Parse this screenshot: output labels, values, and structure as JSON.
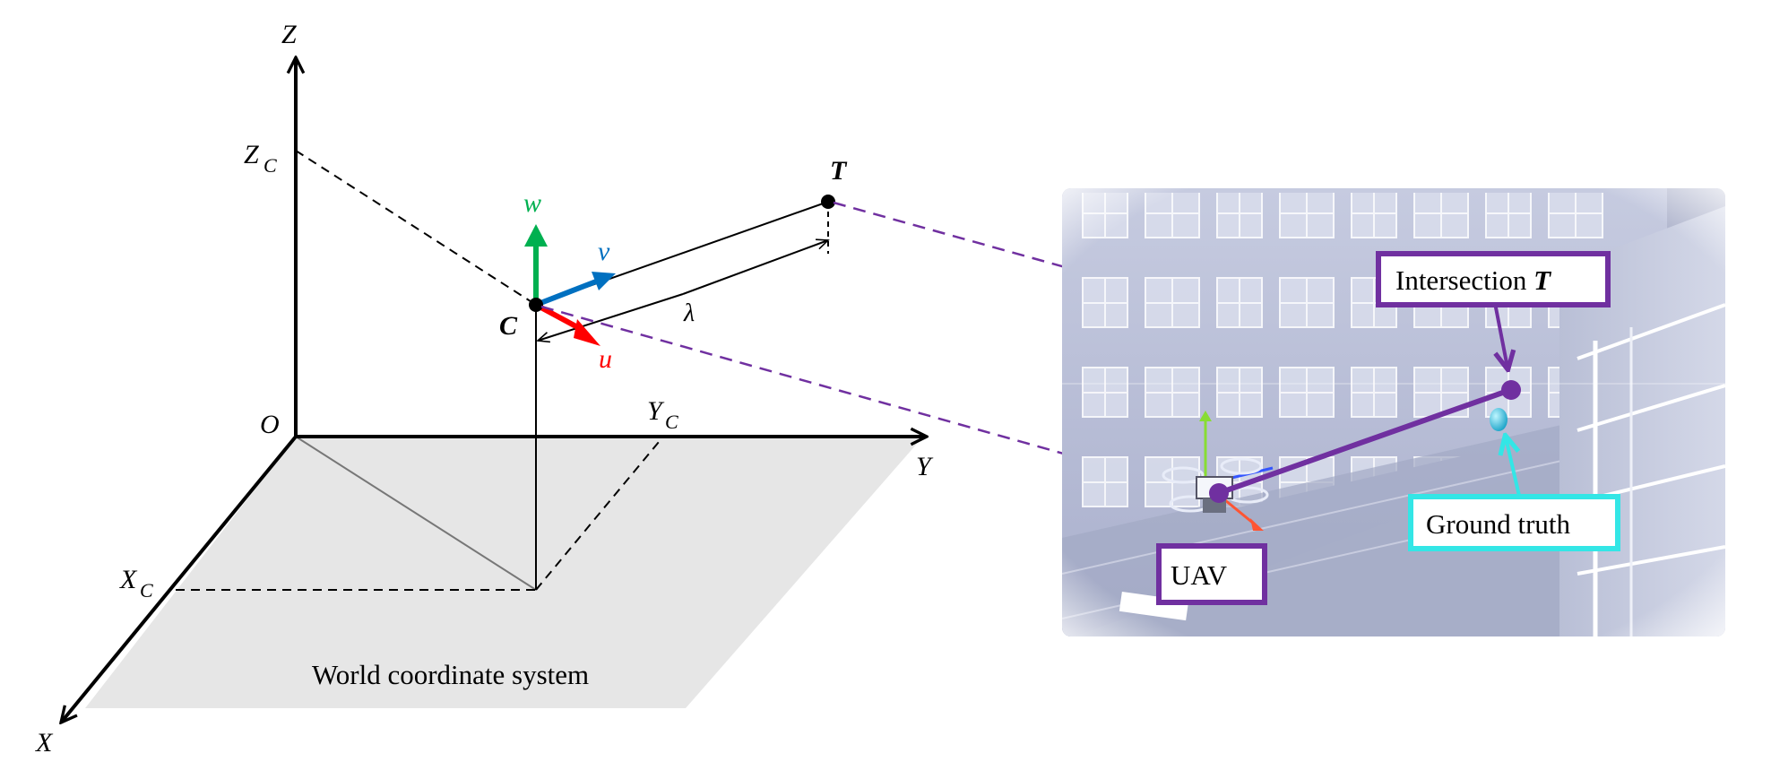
{
  "axes": {
    "z": "Z",
    "y": "Y",
    "x": "X",
    "origin": "O",
    "zc": "Z",
    "yc": "Y",
    "xc": "X",
    "sub_c": "C"
  },
  "camera": {
    "point": "C",
    "u": "u",
    "v": "v",
    "w": "w",
    "lambda": "λ",
    "target": "T"
  },
  "ground_label": "World coordinate system",
  "scene": {
    "intersection_label": "Intersection ",
    "intersection_symbol": "T",
    "ground_truth_label": "Ground truth",
    "uav_label": "UAV"
  },
  "colors": {
    "purple": "#7030a0",
    "cyan": "#33e6e6",
    "green": "#00b050",
    "blue": "#0070c0",
    "red": "#ff0000",
    "ground": "#e6e6e6"
  }
}
